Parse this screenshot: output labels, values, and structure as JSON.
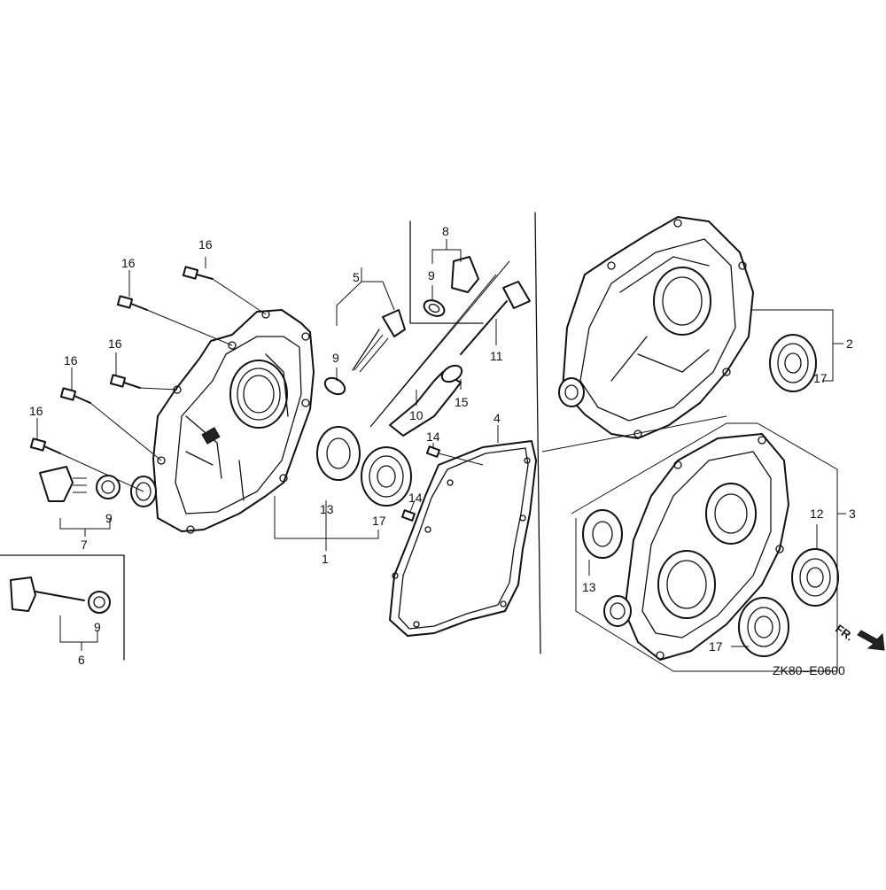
{
  "diagram": {
    "callouts": {
      "c1": "1",
      "c2": "2",
      "c3": "3",
      "c4": "4",
      "c5": "5",
      "c6": "6",
      "c7": "7",
      "c8": "8",
      "c9a": "9",
      "c9b": "9",
      "c9c": "9",
      "c9d": "9",
      "c10": "10",
      "c11": "11",
      "c12": "12",
      "c13a": "13",
      "c13b": "13",
      "c14a": "14",
      "c14b": "14",
      "c15": "15",
      "c16a": "16",
      "c16b": "16",
      "c16c": "16",
      "c16d": "16",
      "c16e": "16",
      "c17a": "17",
      "c17b": "17",
      "c17c": "17"
    },
    "front_marker": "FR.",
    "drawing_code": "ZK80–E0600"
  }
}
